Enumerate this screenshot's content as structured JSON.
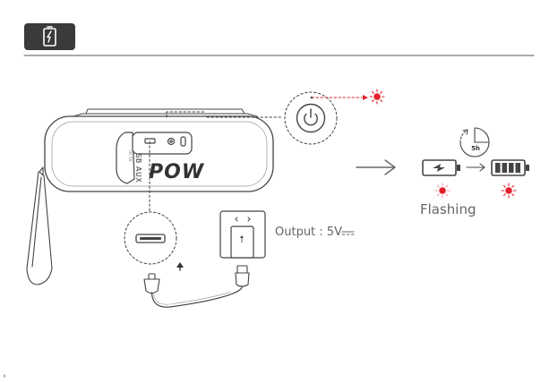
{
  "header": {
    "icon": "battery-charging-icon",
    "badge_color": "#3a3a3a",
    "rule_color": "#555555"
  },
  "speaker": {
    "brand_text": "POW",
    "port_label": "USB AUX",
    "port_small_text": "DC 5V"
  },
  "labels": {
    "output": "Output : 5V",
    "flashing": "Flashing",
    "duration": "5h"
  },
  "indicators": {
    "red": "#e4202a",
    "dim_red": "#f19aa0",
    "line": "#444444"
  }
}
